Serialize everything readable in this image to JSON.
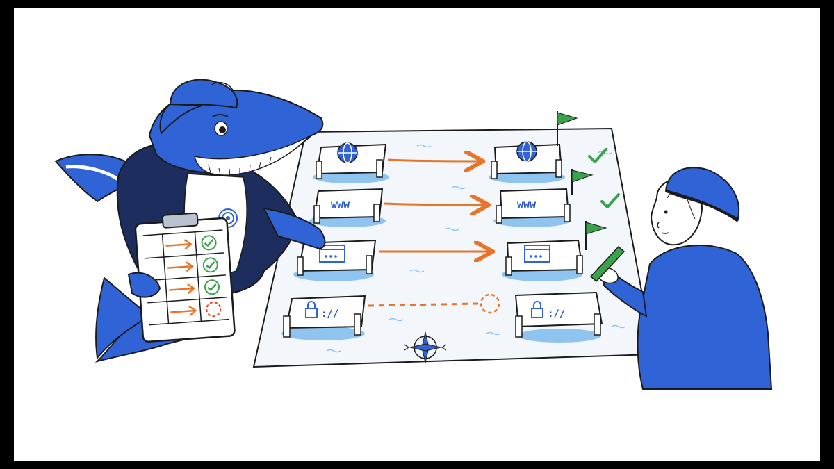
{
  "colors": {
    "frame": "#000000",
    "background": "#ffffff",
    "map_paper": "#f3f6fb",
    "water": "#8fc4f0",
    "whale_blue": "#2f63d6",
    "hoodie_navy": "#1c2d5e",
    "migration_arrow": "#e8742a",
    "checkmark": "#3aa34a",
    "flag": "#3aa34a",
    "ink": "#1b1b1b"
  },
  "scene": {
    "mascot": "whale-wearing-cap-and-hoodie",
    "engineer": "person-in-blue-beanie-and-hoodie",
    "clipboard": {
      "rows": [
        {
          "status": "done"
        },
        {
          "status": "done"
        },
        {
          "status": "done"
        },
        {
          "status": "pending"
        }
      ]
    },
    "migrations": [
      {
        "icon": "globe-icon",
        "label": "",
        "status": "done"
      },
      {
        "icon": "",
        "label": "www",
        "status": "done"
      },
      {
        "icon": "browser-window-icon",
        "label": "",
        "status": "done"
      },
      {
        "icon": "lock-icon",
        "label": "://",
        "status": "pending"
      }
    ]
  }
}
